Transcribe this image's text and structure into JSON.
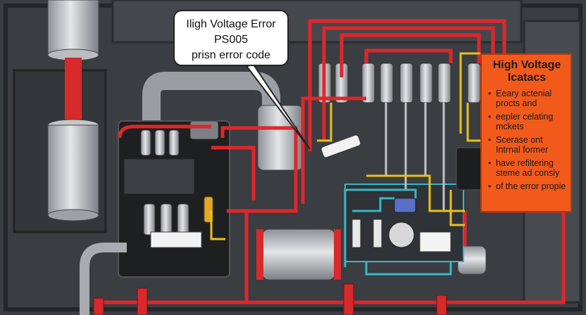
{
  "callout": {
    "lines": [
      "Iligh Voltage Error",
      "PS005",
      "prisn error code"
    ]
  },
  "panel": {
    "title_lines": [
      "High Voltage",
      "Icatacs"
    ],
    "items": [
      "Eeary actenial procts and",
      "eepler celating mckets",
      "Scerase ont Intrnal former",
      "have refiltering steme ad consly",
      "of the error propie"
    ]
  },
  "colors": {
    "background": "#3a3d41",
    "wire_red": "#e0262a",
    "wire_yellow": "#e8c21a",
    "wire_cyan": "#36b8c8",
    "panel_orange": "#f25a1c"
  }
}
